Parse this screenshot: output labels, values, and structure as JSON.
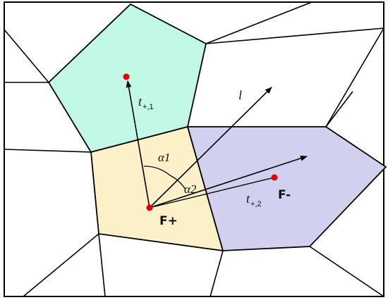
{
  "labels": {
    "f_plus": "F+",
    "f_minus": "F-",
    "l": "l",
    "alpha1": "α1",
    "alpha2": "α2",
    "t1_base": "t",
    "t1_sub": "+,1",
    "t2_base": "t",
    "t2_sub": "+,2"
  },
  "colors": {
    "cell_f_plus": "#fbf0c8",
    "cell_f_minus": "#d1d1ef",
    "cell_neighbor": "#c2f8e6",
    "edge": "#000000",
    "point": "#e60000",
    "vector": "#000000"
  }
}
